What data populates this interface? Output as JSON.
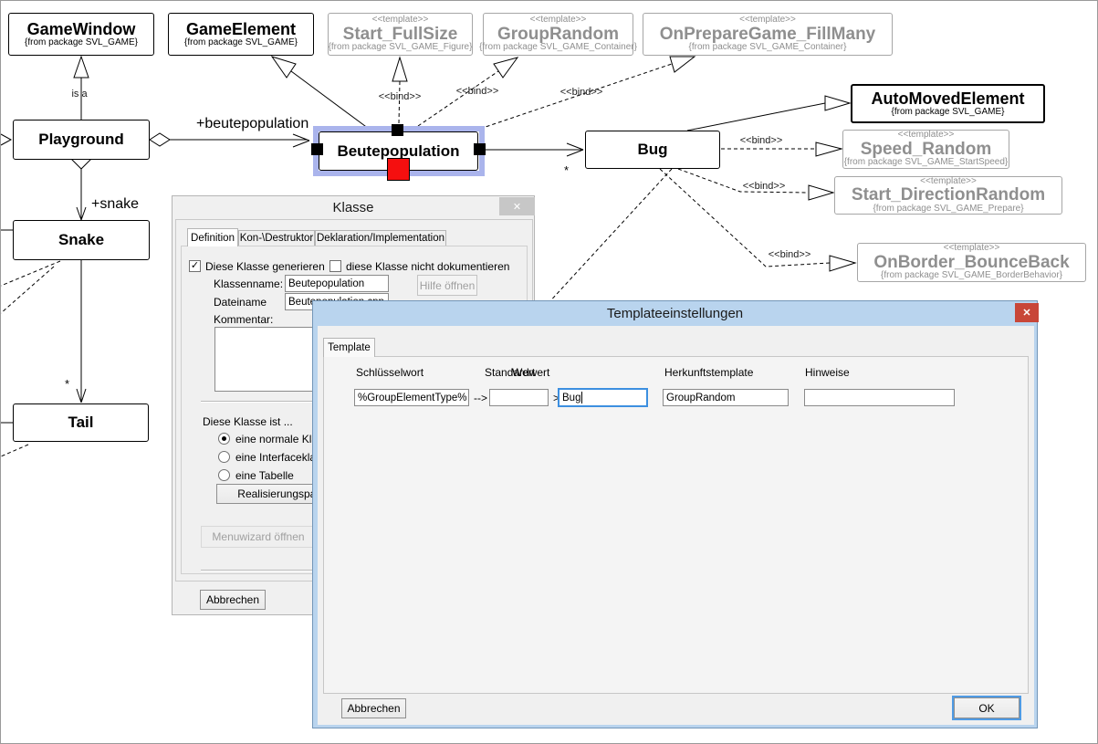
{
  "app": {
    "canvas_background": "#ffffff",
    "frame_border": "#9a9a9a"
  },
  "diagram": {
    "colors": {
      "selection_frame": "#aab4ec",
      "selection_handle": "#000000",
      "selection_handle_red": "#f50f0f",
      "template_gray": "#8f8f8f",
      "node_border": "#000000"
    },
    "nodes": {
      "game_window": {
        "name": "GameWindow",
        "package": "{from package SVL_GAME}"
      },
      "game_element": {
        "name": "GameElement",
        "package": "{from package SVL_GAME}"
      },
      "start_fullsize": {
        "stereotype": "<<template>>",
        "name": "Start_FullSize",
        "package": "{from package SVL_GAME_Figure}"
      },
      "group_random": {
        "stereotype": "<<template>>",
        "name": "GroupRandom",
        "package": "{from package SVL_GAME_Container}"
      },
      "onprepare": {
        "stereotype": "<<template>>",
        "name": "OnPrepareGame_FillMany",
        "package": "{from package SVL_GAME_Container}"
      },
      "auto_moved": {
        "name": "AutoMovedElement",
        "package": "{from package SVL_GAME}"
      },
      "playground": {
        "name": "Playground"
      },
      "beutepopulation": {
        "name": "Beutepopulation"
      },
      "bug": {
        "name": "Bug"
      },
      "speed_random": {
        "stereotype": "<<template>>",
        "name": "Speed_Random",
        "package": "{from package SVL_GAME_StartSpeed}"
      },
      "start_direction": {
        "stereotype": "<<template>>",
        "name": "Start_DirectionRandom",
        "package": "{from package SVL_GAME_Prepare}"
      },
      "onborder": {
        "stereotype": "<<template>>",
        "name": "OnBorder_BounceBack",
        "package": "{from package SVL_GAME_BorderBehavior}"
      },
      "snake": {
        "name": "Snake"
      },
      "tail": {
        "name": "Tail"
      }
    },
    "edge_labels": {
      "is_a": "is a",
      "beutepopulation": "+beutepopulation",
      "snake": "+snake",
      "many": "*",
      "bind": "<<bind>>"
    }
  },
  "klasse_dialog": {
    "title": "Klasse",
    "close_icon": "✕",
    "tabs": [
      {
        "label": "Definition"
      },
      {
        "label": "Kon-\\Destruktor"
      },
      {
        "label": "Deklaration/Implementation"
      }
    ],
    "generate_checkbox": {
      "label": "Diese Klasse generieren",
      "checked": true,
      "check_icon": "✓"
    },
    "nodoc_checkbox": {
      "label": "diese Klasse nicht dokumentieren",
      "checked": false
    },
    "fields": {
      "klassenname_label": "Klassenname:",
      "klassenname_value": "Beutepopulation",
      "dateiname_label": "Dateiname",
      "dateiname_value": "Beutepopulation.cpp",
      "kommentar_label": "Kommentar:",
      "kommentar_value": ""
    },
    "hilfe_button": "Hilfe öffnen",
    "klasse_ist_label": "Diese Klasse ist ...",
    "radios": [
      {
        "label": "eine normale Klasse",
        "selected": true
      },
      {
        "label": "eine Interfaceklasse",
        "selected": false
      },
      {
        "label": "eine Tabelle",
        "selected": false
      }
    ],
    "realisierung_button": "Realisierungsparame",
    "menuwizard_button": "Menuwizard öffnen",
    "abbrechen_button": "Abbrechen"
  },
  "template_dialog": {
    "title": "Templateeinstellungen",
    "close_icon": "✕",
    "titlebar_color": "#b9d4ee",
    "close_color": "#c84638",
    "focus_color": "#3c8fe0",
    "tab": "Template",
    "columns": {
      "schluesselwort": "Schlüsselwort",
      "standardwert": "Standardwert",
      "wert": "Wert",
      "herkunftstemplate": "Herkunftstemplate",
      "hinweise": "Hinweise"
    },
    "row": {
      "schluesselwort": "%GroupElementType%",
      "arrow1": "-->",
      "standardwert": "",
      "arrow2": ">",
      "wert": "Bug",
      "herkunftstemplate": "GroupRandom",
      "hinweise": ""
    },
    "abbrechen_button": "Abbrechen",
    "ok_button": "OK"
  }
}
